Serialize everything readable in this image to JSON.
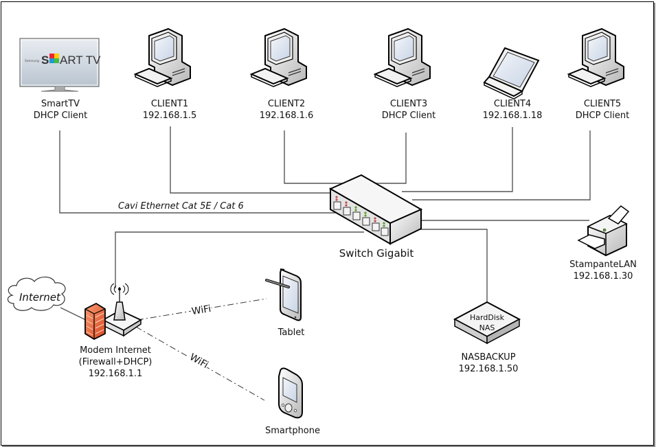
{
  "diagram": {
    "title": "LAN network diagram",
    "devices": {
      "smarttv": {
        "name": "SmartTV",
        "ip": "DHCP Client",
        "screen_brand": "Samsung",
        "screen_logo": "SMART TV",
        "icon": "smart-tv-icon"
      },
      "client1": {
        "name": "CLIENT1",
        "ip": "192.168.1.5",
        "icon": "desktop-pc-icon"
      },
      "client2": {
        "name": "CLIENT2",
        "ip": "192.168.1.6",
        "icon": "desktop-pc-icon"
      },
      "client3": {
        "name": "CLIENT3",
        "ip": "DHCP Client",
        "icon": "desktop-pc-icon"
      },
      "client4": {
        "name": "CLIENT4",
        "ip": "192.168.1.18",
        "icon": "laptop-icon"
      },
      "client5": {
        "name": "CLIENT5",
        "ip": "DHCP Client",
        "icon": "desktop-pc-icon"
      },
      "switch": {
        "name": "Switch Gigabit",
        "icon": "network-switch-icon"
      },
      "printer": {
        "name": "StampanteLAN",
        "ip": "192.168.1.30",
        "icon": "printer-icon"
      },
      "nas": {
        "name": "NASBACKUP",
        "ip": "192.168.1.50",
        "box_line1": "HardDisk",
        "box_line2": "NAS",
        "icon": "nas-icon"
      },
      "modem": {
        "name": "Modem Internet",
        "role": "(Firewall+DHCP)",
        "ip": "192.168.1.1",
        "icon": "wireless-router-firewall-icon"
      },
      "internet": {
        "name": "Internet",
        "icon": "cloud-icon"
      },
      "tablet": {
        "name": "Tablet",
        "icon": "tablet-icon"
      },
      "smartphone": {
        "name": "Smartphone",
        "icon": "smartphone-icon"
      }
    },
    "cable_label": "Cavi Ethernet Cat 5E / Cat 6",
    "wifi_label_1": "WiFi",
    "wifi_label_2": "WiFi",
    "colors": {
      "line": "#555555",
      "firewall": "#e8613c",
      "led_red": "#c0504d",
      "led_green": "#5aa02c"
    }
  }
}
